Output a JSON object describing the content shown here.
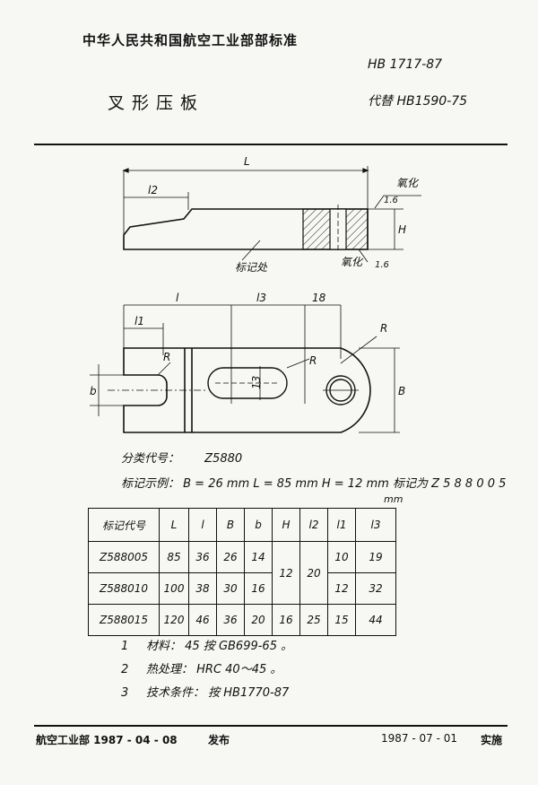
{
  "header": {
    "org_title": "中华人民共和国航空工业部部标准",
    "std_number": "HB 1717-87",
    "doc_title": "叉形压板",
    "replaces": "代替 HB1590-75"
  },
  "drawing": {
    "labels": {
      "L": "L",
      "l2": "l2",
      "l": "l",
      "l3": "l3",
      "dim18": "18",
      "l1": "l1",
      "R_top": "R",
      "R_mid": "R",
      "R_left": "R",
      "b": "b",
      "B": "B",
      "H": "H",
      "dim13": "13",
      "rough_top": "1.6",
      "rough_bottom": "1.6",
      "note_top": "氧化",
      "note_bottom": "氧化",
      "mark": "标记处"
    }
  },
  "info": {
    "class_label": "分类代号：",
    "class_code": "Z5880",
    "example": "标记示例：  B = 26 mm   L = 85  mm   H = 12 mm 标记为    Z 5 8 8 0 0 5",
    "unit": "mm"
  },
  "table": {
    "headers": [
      "标记代号",
      "L",
      "l",
      "B",
      "b",
      "H",
      "l2",
      "l1",
      "l3"
    ],
    "rows": [
      {
        "code": "Z588005",
        "L": "85",
        "l": "36",
        "B": "26",
        "b": "14",
        "l1": "10",
        "l3": "19"
      },
      {
        "code": "Z588010",
        "L": "100",
        "l": "38",
        "B": "30",
        "b": "16",
        "l1": "12",
        "l3": "32"
      },
      {
        "code": "Z588015",
        "L": "120",
        "l": "46",
        "B": "36",
        "b": "20",
        "H": "16",
        "l2": "25",
        "l1": "15",
        "l3": "44"
      }
    ],
    "merged_H": "12",
    "merged_l2": "20"
  },
  "notes": [
    {
      "num": "1",
      "text": "材料：  45  按 GB699-65 。"
    },
    {
      "num": "2",
      "text": "热处理：  HRC 40～45 。"
    },
    {
      "num": "3",
      "text": "技术条件：  按 HB1770-87"
    }
  ],
  "footer": {
    "issuer": "航空工业部  1987 - 04 - 08",
    "issue_label": "发布",
    "impl_date": "1987 - 07 - 01",
    "impl_label": "实施"
  }
}
